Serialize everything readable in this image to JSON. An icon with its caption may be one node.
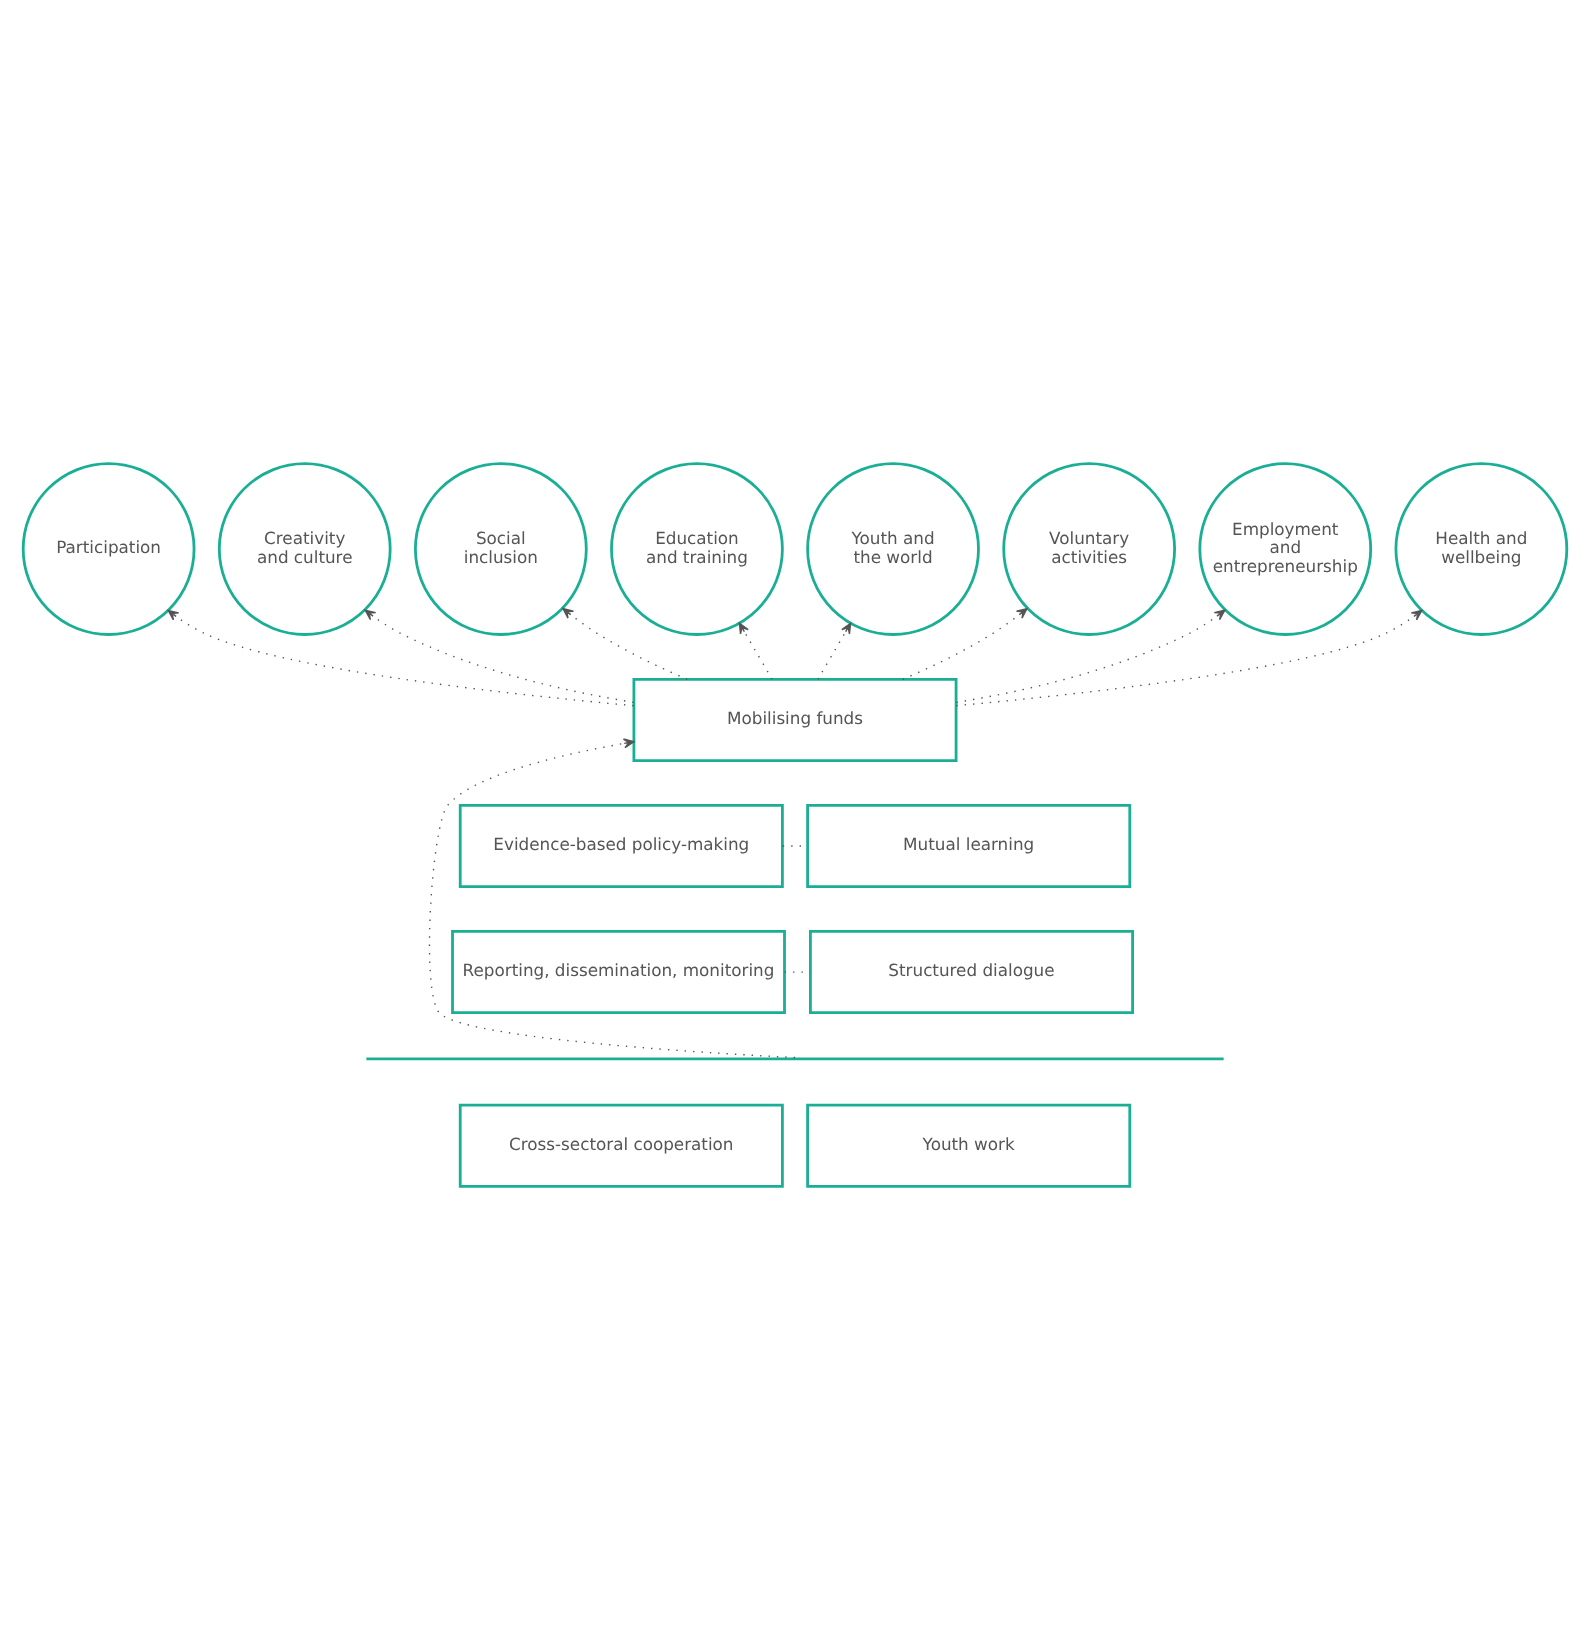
{
  "diagram": {
    "nodes": [
      {
        "text": [
          "Participation"
        ]
      },
      {
        "text": [
          "Creativity and culture"
        ]
      },
      {
        "text": [
          "Social inclusion"
        ]
      },
      {
        "text": [
          "Education and training"
        ]
      },
      {
        "text": [
          "Youth and the world"
        ]
      },
      {
        "text": [
          "Voluntary activities"
        ]
      },
      {
        "text": [
          "Employment and entrepreneurship"
        ]
      },
      {
        "text": [
          "Health and wellbeing"
        ]
      },
      {
        "text": [
          "Mobilising funds"
        ]
      },
      {
        "text": [
          "Evidence-based policy-making"
        ]
      },
      {
        "text": [
          "Mutual learning"
        ]
      },
      {
        "text": [
          "Reporting, dissemination, monitoring"
        ]
      },
      {
        "text": [
          "Structured dialogue"
        ]
      },
      {
        "text": [],
        "shape": "bar"
      },
      {
        "text": [
          "Cross-sectoral cooperation"
        ]
      },
      {
        "text": [
          "Youth work"
        ]
      }
    ],
    "edges": [
      {
        "from": 8,
        "to": 0,
        "arrow": "to",
        "style": "dashed"
      },
      {
        "from": 8,
        "to": 1,
        "arrow": "to",
        "style": "dashed"
      },
      {
        "from": 8,
        "to": 2,
        "arrow": "to",
        "style": "dashed"
      },
      {
        "from": 8,
        "to": 3,
        "arrow": "to",
        "style": "dashed"
      },
      {
        "from": 8,
        "to": 4,
        "arrow": "to",
        "style": "dashed"
      },
      {
        "from": 8,
        "to": 5,
        "arrow": "to",
        "style": "dashed"
      },
      {
        "from": 8,
        "to": 6,
        "arrow": "to",
        "style": "dashed"
      },
      {
        "from": 8,
        "to": 7,
        "arrow": "to",
        "style": "dashed"
      },
      {
        "from": 13,
        "to": 8,
        "arrow": "to",
        "style": "dashed"
      },
      {
        "from": 9,
        "to": 10,
        "arrow": "none",
        "style": "dashed"
      },
      {
        "from": 11,
        "to": 12,
        "arrow": "none",
        "style": "dashed"
      }
    ]
  }
}
